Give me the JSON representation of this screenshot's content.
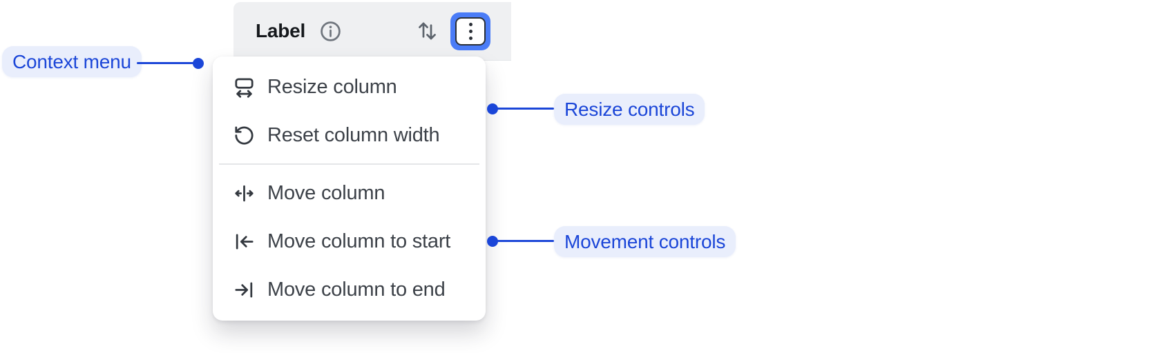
{
  "column_header": {
    "label": "Label",
    "info_icon": "info-icon",
    "sort_icon": "sort-arrows-icon",
    "menu_button_icon": "kebab-menu-icon"
  },
  "context_menu": {
    "items": [
      {
        "label": "Resize column",
        "icon": "resize-column-icon",
        "group": "resize"
      },
      {
        "label": "Reset column width",
        "icon": "reset-column-width-icon",
        "group": "resize"
      },
      {
        "label": "Move column",
        "icon": "move-column-icon",
        "group": "movement"
      },
      {
        "label": "Move column to start",
        "icon": "move-column-to-start-icon",
        "group": "movement"
      },
      {
        "label": "Move column to end",
        "icon": "move-column-to-end-icon",
        "group": "movement"
      }
    ]
  },
  "annotations": [
    {
      "label": "Context menu"
    },
    {
      "label": "Resize controls"
    },
    {
      "label": "Movement controls"
    }
  ],
  "colors": {
    "annotation_blue": "#1b46d8",
    "annotation_pill_bg": "#e9eefc",
    "focus_ring_blue": "#4a7cf7",
    "header_bg": "#eff0f2",
    "menu_text": "#3c4148",
    "icon_dark": "#33383f",
    "icon_gray": "#5d646d",
    "divider": "#e5e6e8"
  }
}
